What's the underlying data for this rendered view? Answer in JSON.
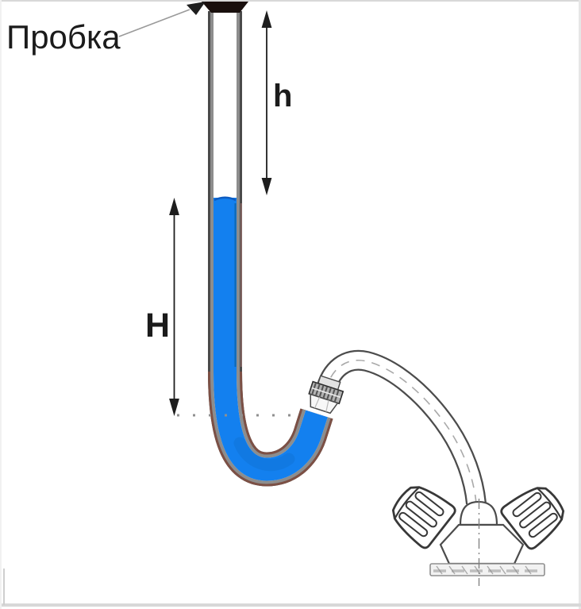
{
  "labels": {
    "plug": "Пробка",
    "air_column": "h",
    "water_column": "H"
  },
  "colors": {
    "water": "#1380ef",
    "water_edge": "#0d5cc2",
    "water_shade": "#0d6ccc",
    "tube_wall": "#8d8d8d",
    "tube_outline": "#4a4a4a",
    "bend_outline": "#7c5045",
    "plug": "#190f0d",
    "ink": "#1e1e1e",
    "leader": "#9a9a9a",
    "faucet_line": "#4c4c4c",
    "faucet_soft": "#a9a9a9",
    "dotted_line": "#8f8f8f",
    "metal_dark": "#2d2d2d",
    "metal_mid": "#b2b2b2",
    "metal_light": "#f7f7f7",
    "frame": "#d8d8d8"
  }
}
